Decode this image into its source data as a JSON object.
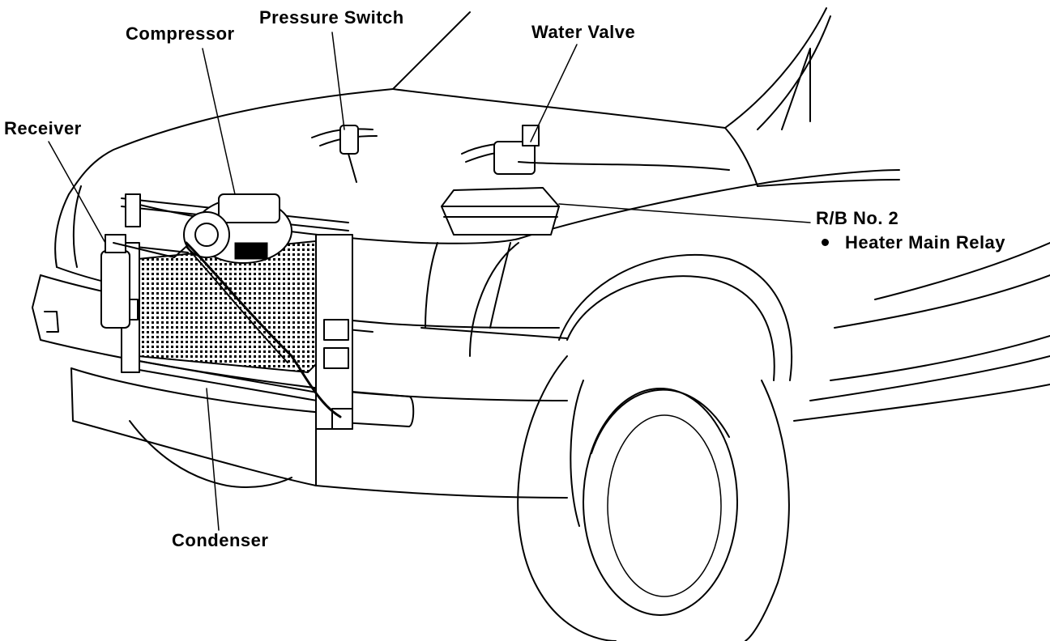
{
  "diagram": {
    "labels": {
      "compressor": "Compressor",
      "pressure_switch": "Pressure Switch",
      "water_valve": "Water Valve",
      "receiver": "Receiver",
      "rb_no2": "R/B No. 2",
      "heater_main_relay": "Heater Main Relay",
      "condenser": "Condenser"
    }
  }
}
